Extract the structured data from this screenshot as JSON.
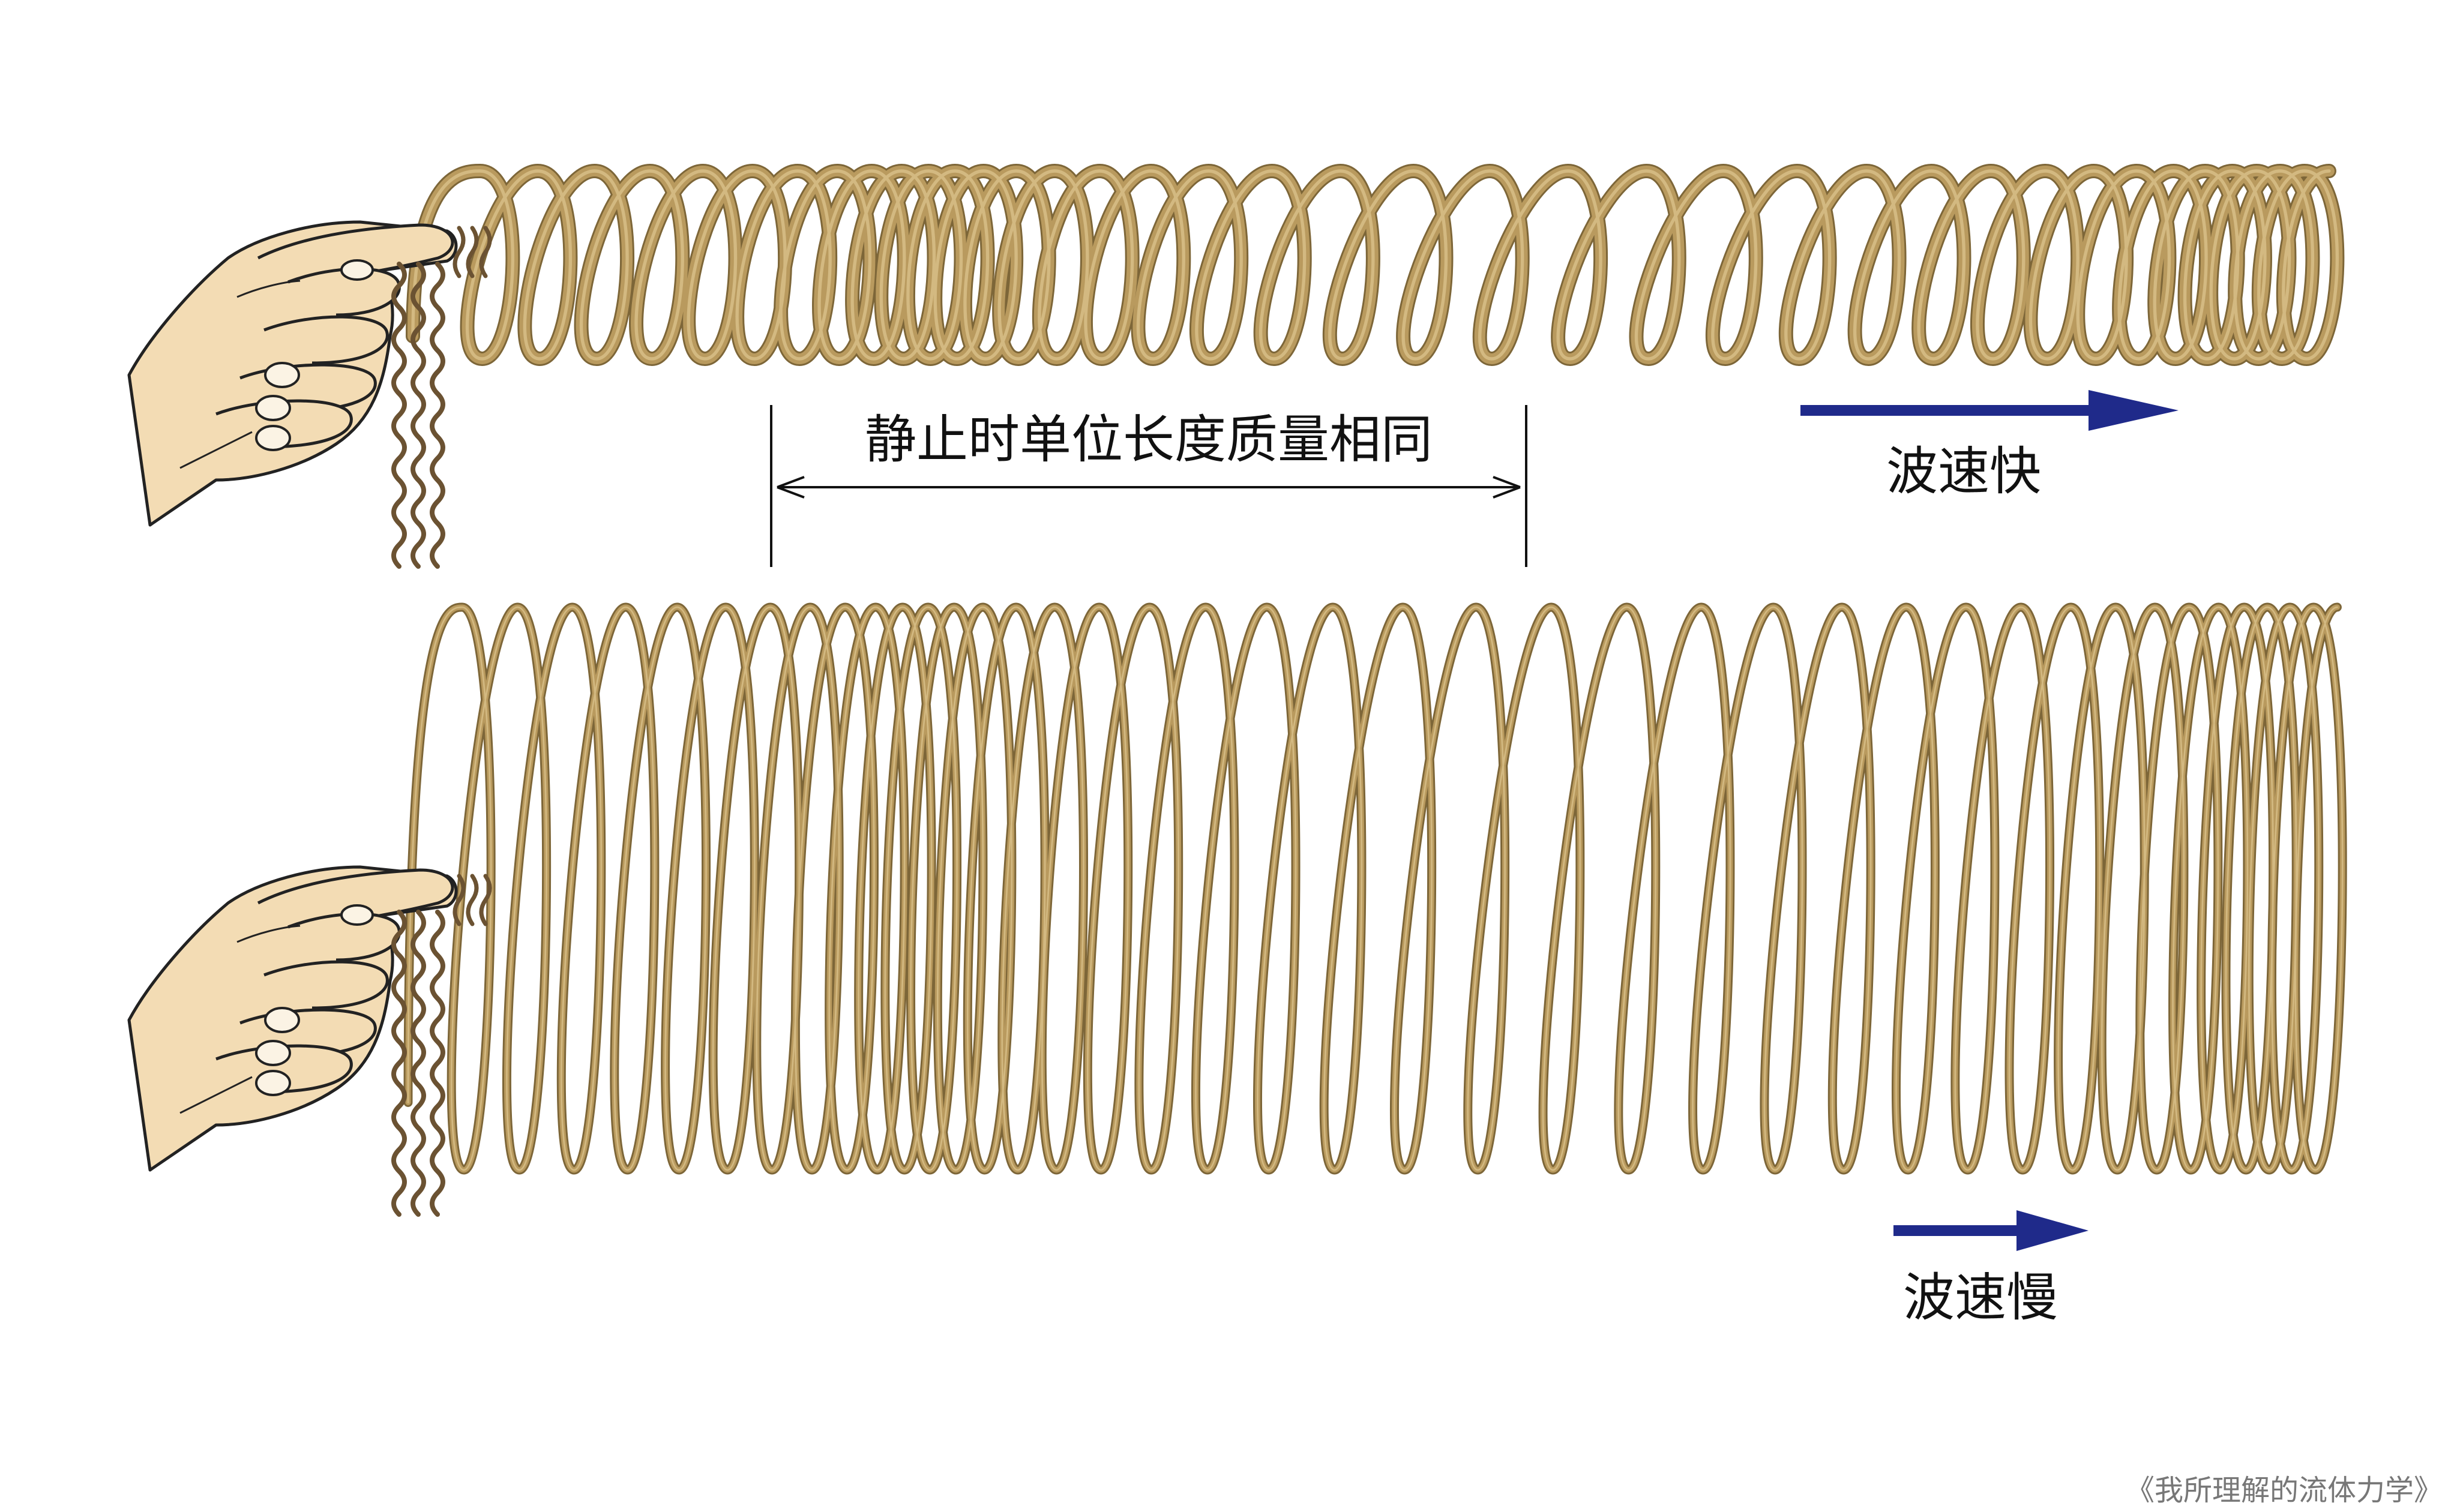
{
  "labels": {
    "same_mass_label": "静止时单位长度质量相同",
    "fast_label": "波速快",
    "slow_label": "波速慢",
    "credit": "《我所理解的流体力学》"
  },
  "colors": {
    "spring": "#b99a5e",
    "spring_highlight": "#d9c08a",
    "arrow": "#1f2a8a",
    "skin": "#f3dcb4",
    "skin_outline": "#222222",
    "vibration": "#6b5232",
    "text": "#111111"
  },
  "icons": {
    "hand": "hand-holding-spring-icon",
    "vibration": "vibration-wave-icon",
    "velocity_arrow": "right-arrow-icon"
  }
}
